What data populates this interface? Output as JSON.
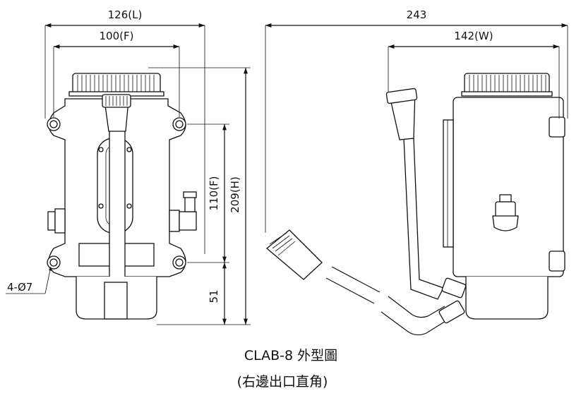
{
  "dimensions": {
    "length": "126(L)",
    "flange": "100(F)",
    "total_width": "243",
    "width": "142(W)",
    "flange_height": "110(F)",
    "height": "209(H)",
    "base_height": "51",
    "holes": "4-Ø7"
  },
  "caption": {
    "title": "CLAB-8 外型圖",
    "subtitle": "(右邊出口直角)"
  }
}
